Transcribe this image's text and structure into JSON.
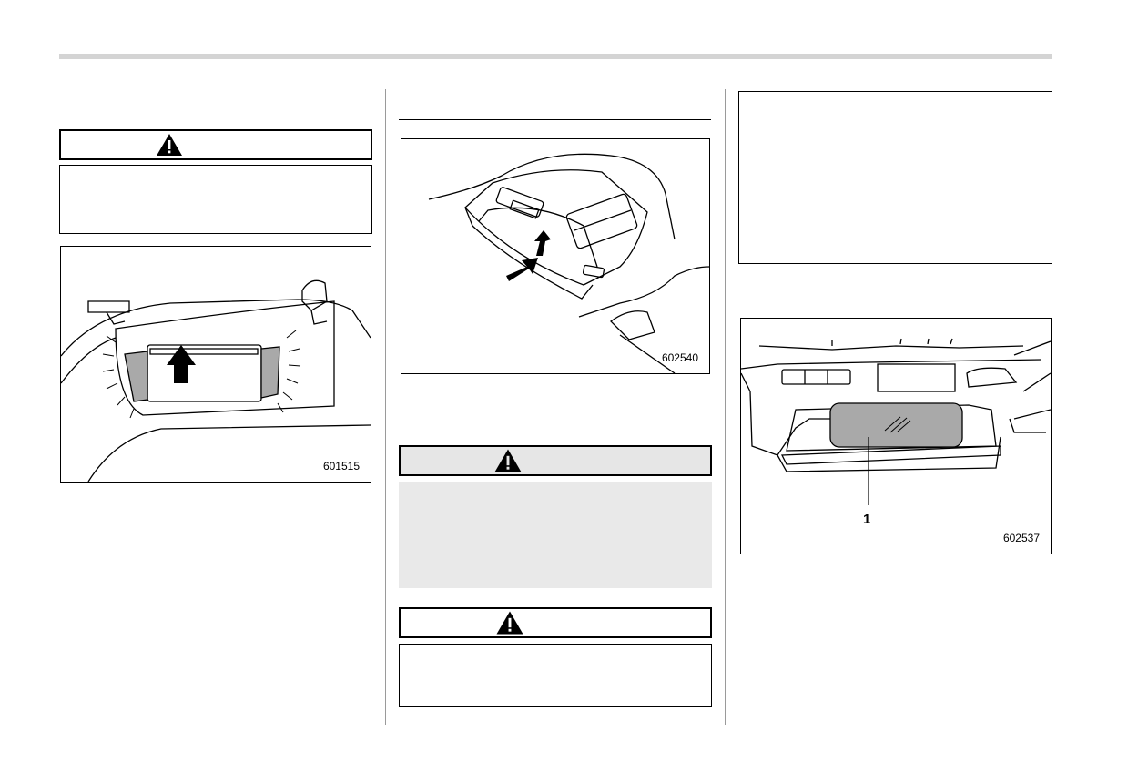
{
  "figures": {
    "visor_mirror": {
      "code": "601515",
      "icon": "up-arrow-icon"
    },
    "overhead_console": {
      "code": "602540",
      "icon": "pull-arrow-icon"
    },
    "overhead_mirror": {
      "code": "602537",
      "callout": "1"
    }
  },
  "icons": {
    "warning": "warning-triangle-icon"
  },
  "colors": {
    "rule": "#d4d4d4",
    "shade": "#e9e9e9",
    "ink": "#000000"
  }
}
